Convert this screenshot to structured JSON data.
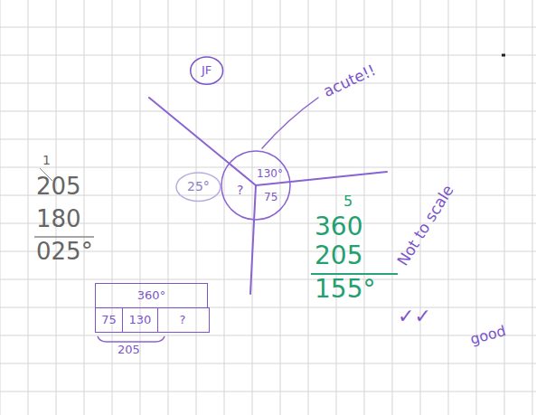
{
  "diagram": {
    "nodes": [
      {
        "text": [
          "JF"
        ]
      },
      {
        "text": [
          "25°"
        ]
      },
      {
        "text": [
          "360°"
        ]
      },
      {
        "text": [
          "75"
        ]
      },
      {
        "text": [
          "130"
        ]
      },
      {
        "text": [
          "?"
        ]
      }
    ],
    "labels": [
      "acute!!",
      "130°",
      "75",
      "?",
      "1",
      "205",
      "180",
      "025°",
      "205",
      "5",
      "360",
      "205",
      "155°",
      "Not to scale",
      "✓✓",
      "good"
    ]
  }
}
